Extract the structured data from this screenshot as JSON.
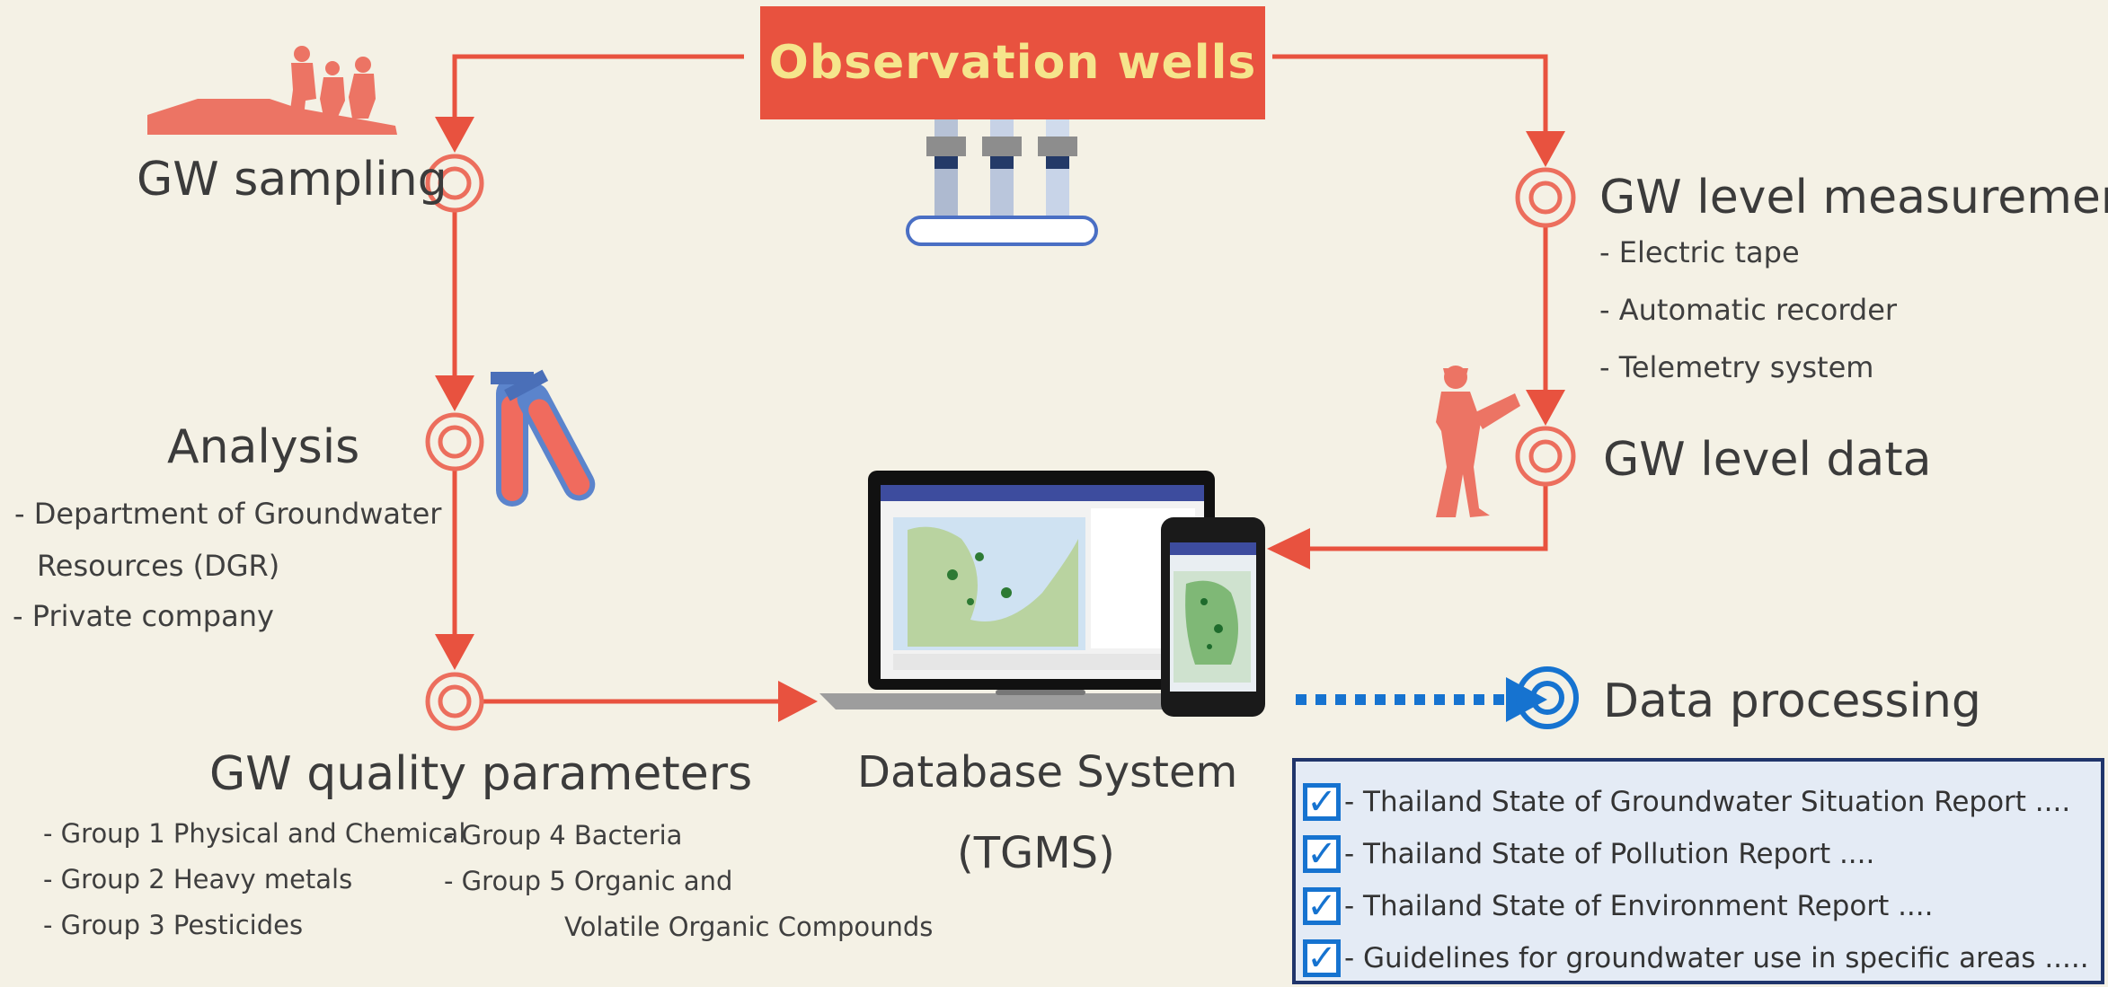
{
  "title": "Observation wells",
  "nodes": {
    "gw_sampling": "GW sampling",
    "analysis": "Analysis",
    "gw_quality": "GW quality parameters",
    "gw_level_measurements": "GW level measurements",
    "gw_level_data": "GW level data",
    "data_processing": "Data processing"
  },
  "measurement_methods": [
    "- Electric tape",
    "- Automatic recorder",
    "- Telemetry system"
  ],
  "analysis_labs": [
    "- Department of Groundwater",
    "Resources (DGR)",
    "- Private company"
  ],
  "quality_groups_left": [
    "- Group 1 Physical and Chemical",
    "- Group 2 Heavy metals",
    "- Group 3 Pesticides"
  ],
  "quality_groups_right": [
    "- Group 4 Bacteria",
    "- Group 5 Organic and",
    "Volatile Organic Compounds"
  ],
  "database": {
    "line1": "Database System",
    "line2": "(TGMS)"
  },
  "reports": [
    "- Thailand State of Groundwater Situation Report ....",
    "- Thailand State of Pollution Report ....",
    "- Thailand State of Environment Report ....",
    "- Guidelines for groundwater use in specific areas ....."
  ],
  "colors": {
    "accent": "#e8523f",
    "title_text": "#f5e58c",
    "data_flow": "#1673d0",
    "background": "#f4f1e5"
  },
  "icons": [
    "workers-silhouette-icon",
    "test-tubes-icon",
    "well-pipes-icon",
    "laptop-icon",
    "smartphone-icon",
    "surveyor-silhouette-icon",
    "checkbox-icon"
  ]
}
